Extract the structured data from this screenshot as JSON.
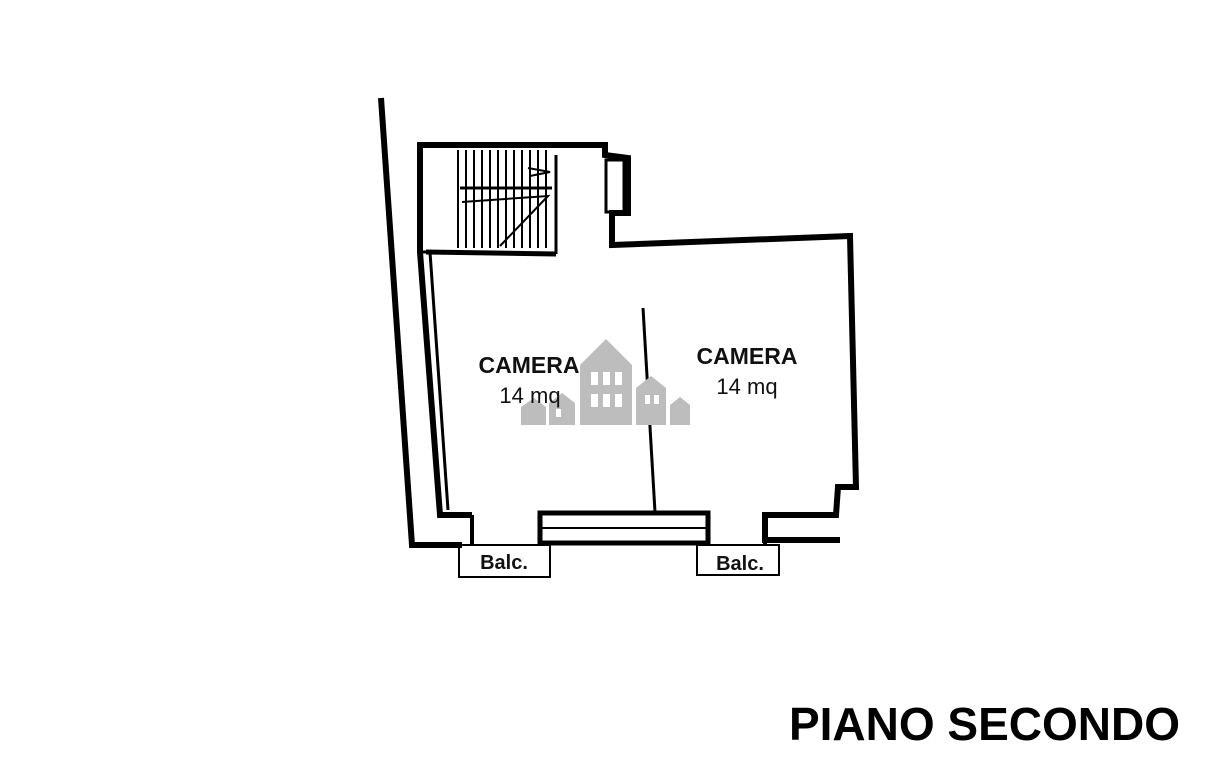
{
  "floor_plan": {
    "floor_title": "PIANO SECONDO",
    "rooms": [
      {
        "name": "CAMERA",
        "area": "14 mq"
      },
      {
        "name": "CAMERA",
        "area": "14 mq"
      }
    ],
    "balconies": [
      {
        "label": "Balc."
      },
      {
        "label": "Balc."
      }
    ]
  },
  "watermark": {
    "icon": "house-logo-icon",
    "color": "#bdbdbd"
  },
  "colors": {
    "wall": "#000000",
    "background": "#ffffff"
  }
}
